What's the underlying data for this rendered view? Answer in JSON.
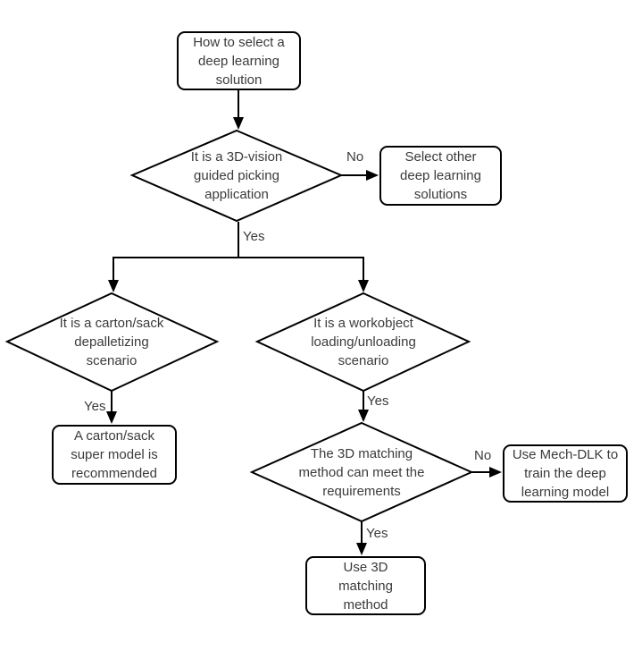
{
  "flowchart": {
    "nodes": {
      "start": {
        "text": "How to select a\ndeep learning\nsolution"
      },
      "decision_3d_vision": {
        "text": "It is a 3D-vision\nguided picking\napplication"
      },
      "other_solutions": {
        "text": "Select other\ndeep learning\nsolutions"
      },
      "decision_depalletizing": {
        "text": "It is a carton/sack\ndepalletizing\nscenario"
      },
      "decision_loading": {
        "text": "It is a workobject\nloading/unloading\nscenario"
      },
      "super_model": {
        "text": "A carton/sack\nsuper model is\nrecommended"
      },
      "decision_matching": {
        "text": "The 3D matching\nmethod can meet the\nrequirements"
      },
      "mech_dlk": {
        "text": "Use Mech-DLK to\ntrain the deep\nlearning model"
      },
      "matching_method": {
        "text": "Use 3D\nmatching\nmethod"
      }
    },
    "edge_labels": {
      "d1_no": "No",
      "d1_yes": "Yes",
      "d2_yes": "Yes",
      "d3_yes": "Yes",
      "d4_no": "No",
      "d4_yes": "Yes"
    },
    "colors": {
      "line": "#000000",
      "text": "#3b3b3b",
      "background": "#ffffff"
    }
  }
}
